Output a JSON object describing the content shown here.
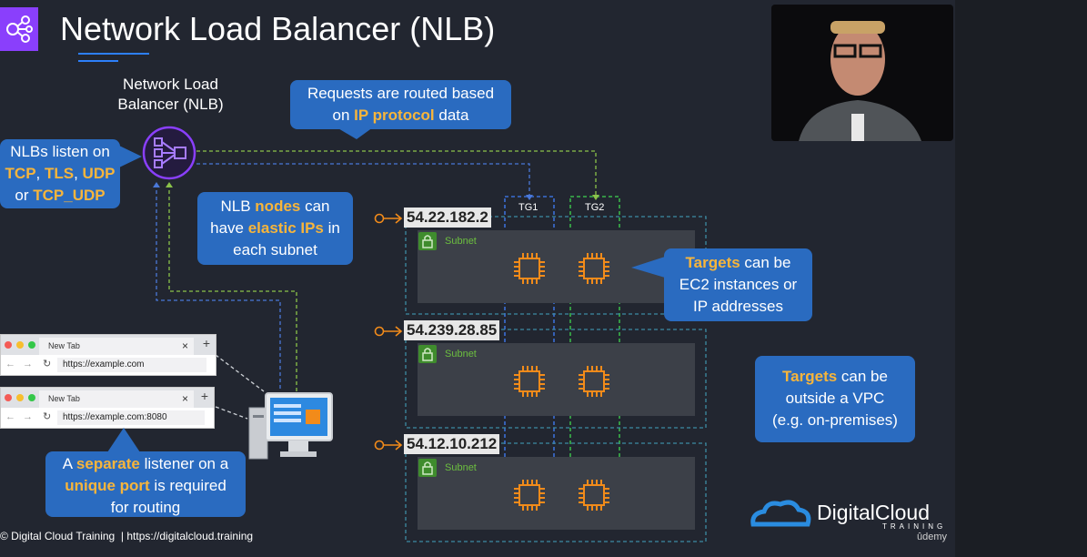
{
  "slide": {
    "title": "Network Load Balancer (NLB)",
    "nlb_label_line1": "Network Load",
    "nlb_label_line2": "Balancer (NLB)",
    "footer": "© Digital Cloud Training  | https://digitalcloud.training"
  },
  "callouts": {
    "routing": {
      "line1": "Requests are routed based",
      "pre": "on ",
      "hl": "IP protocol",
      "post": " data"
    },
    "listen": {
      "line1": "NLBs listen on",
      "p1": "TCP",
      "s1": ", ",
      "p2": "TLS",
      "s2": ", ",
      "p3": "UDP",
      "or": "or ",
      "p4": "TCP_UDP"
    },
    "nodes": {
      "a": "NLB ",
      "b": "nodes",
      "c": " can",
      "d": "have ",
      "e": "elastic IPs",
      "f": " in",
      "g": "each subnet"
    },
    "targets": {
      "a": "Targets",
      "b": " can be",
      "c": "EC2 instances or",
      "d": "IP addresses"
    },
    "outside": {
      "a": "Targets",
      "b": " can be",
      "c": "outside a VPC",
      "d": "(e.g. on-premises)"
    },
    "listener": {
      "a": "A ",
      "b": "separate",
      "c": " listener on a",
      "d": "unique port",
      "e": " is required",
      "f": "for routing"
    }
  },
  "target_groups": [
    "TG1",
    "TG2"
  ],
  "subnets": [
    {
      "ip": "54.22.182.2",
      "label": "Subnet"
    },
    {
      "ip": "54.239.28.85",
      "label": "Subnet"
    },
    {
      "ip": "54.12.10.212",
      "label": "Subnet"
    }
  ],
  "browsers": [
    {
      "tab": "New Tab",
      "url": "https://example.com"
    },
    {
      "tab": "New Tab",
      "url": "https://example.com:8080"
    }
  ],
  "browser_controls": {
    "close": "×",
    "new_tab": "+",
    "back": "←",
    "forward": "→",
    "reload": "↻"
  },
  "brand": {
    "name": "DigitalCloud",
    "sub": "TRAINING",
    "udemy": "ûdemy"
  },
  "icons": {
    "app": "share-nodes-icon",
    "chip": "chip-icon",
    "lock": "lock-icon"
  },
  "colors": {
    "accent": "#f7b53b",
    "callout": "#2a6bc0",
    "tg1": "#3b6fd6",
    "tg2": "#3ab54a",
    "nlb": "#8a3ffc",
    "chip": "#f28b1a"
  }
}
